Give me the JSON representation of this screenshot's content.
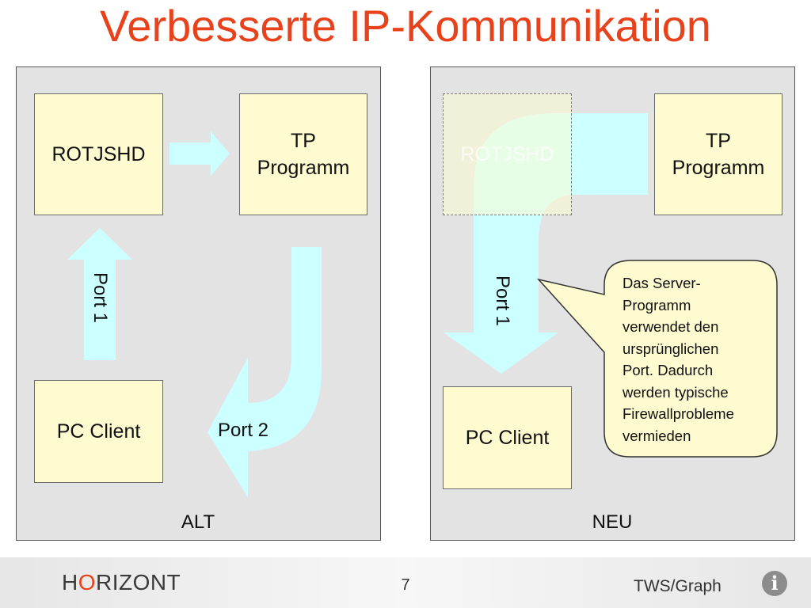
{
  "title": "Verbesserte IP-Kommunikation",
  "colors": {
    "title": "#e8421c",
    "panel": "#e3e3e3",
    "box": "#fdfbcf",
    "arrow": "#ccffff",
    "callout": "#fdfbcf"
  },
  "left_panel": {
    "caption": "ALT",
    "rotjshd_label": "ROTJSHD",
    "tp_label_1": "TP",
    "tp_label_2": "Programm",
    "pc_label": "PC Client",
    "port1_label": "Port 1",
    "port2_label": "Port 2"
  },
  "right_panel": {
    "caption": "NEU",
    "rotjshd_label": "ROTJSHD",
    "tp_label_1": "TP",
    "tp_label_2": "Programm",
    "pc_label": "PC Client",
    "port1_label": "Port 1",
    "callout_lines": [
      "Das Server-",
      "Programm",
      "verwendet den",
      "ursprünglichen",
      "Port. Dadurch",
      "werden typische",
      "Firewallprobleme",
      "vermieden"
    ]
  },
  "footer": {
    "brand_first": "H",
    "brand_accent": "O",
    "brand_rest": "RIZONT",
    "page_number": "7",
    "right_text": "TWS/Graph",
    "info_icon": "i"
  }
}
